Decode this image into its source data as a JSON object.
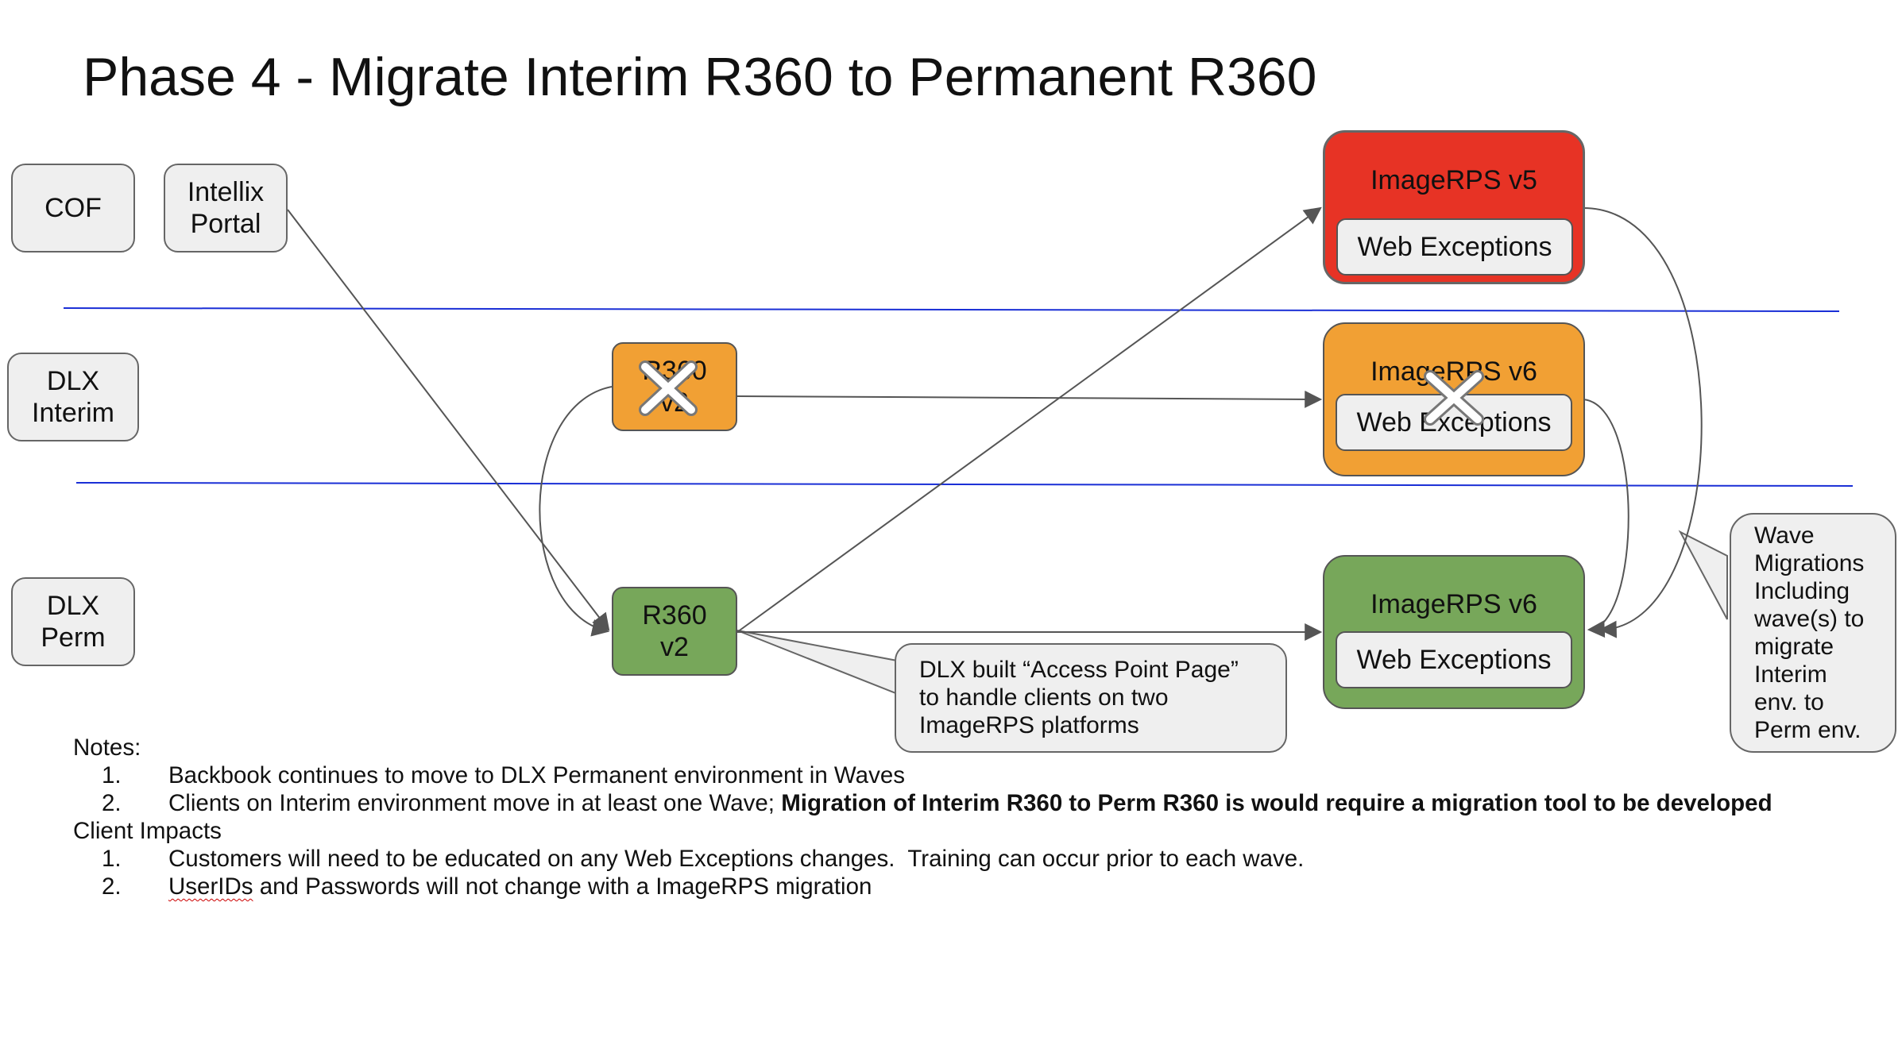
{
  "title": "Phase 4 - Migrate Interim R360 to Permanent R360",
  "lanes": {
    "cof": "COF",
    "intellix_line1": "Intellix",
    "intellix_line2": "Portal",
    "dlx_interim_line1": "DLX",
    "dlx_interim_line2": "Interim",
    "dlx_perm_line1": "DLX",
    "dlx_perm_line2": "Perm"
  },
  "nodes": {
    "r360_interim_line1": "R360",
    "r360_interim_line2": "v2",
    "r360_perm_line1": "R360",
    "r360_perm_line2": "v2",
    "imagerps_v5_title": "ImageRPS v5",
    "imagerps_v5_inner": "Web Exceptions",
    "imagerps_v6_interim_title": "ImageRPS v6",
    "imagerps_v6_interim_inner": "Web Exceptions",
    "imagerps_v6_perm_title": "ImageRPS v6",
    "imagerps_v6_perm_inner": "Web Exceptions"
  },
  "callouts": {
    "access_point": [
      "DLX built “Access Point Page”",
      "to handle clients on two",
      "ImageRPS platforms"
    ],
    "wave_migrations": [
      "Wave",
      "Migrations",
      "Including",
      "wave(s) to",
      "migrate",
      "Interim",
      "env. to",
      "Perm env."
    ]
  },
  "notes": {
    "heading": "Notes:",
    "items": [
      {
        "num": "1.",
        "text": "Backbook continues to move to DLX Permanent environment in Waves"
      },
      {
        "num": "2.",
        "text": "Clients on Interim environment move in at least one Wave; ",
        "bold": "Migration of Interim R360 to Perm R360 is would require a migration tool to be developed"
      }
    ]
  },
  "client_impacts": {
    "heading": "Client Impacts",
    "items": [
      {
        "num": "1.",
        "text": "Customers will need to be educated on any Web Exceptions changes.  Training can occur prior to each wave."
      },
      {
        "num": "2.",
        "word": "UserIDs",
        "text": " and Passwords will not change with a ImageRPS migration"
      }
    ]
  },
  "colors": {
    "lane_line": "#1a2fd6",
    "orange": "#f1a034",
    "green": "#77a75a",
    "red": "#e73325",
    "box_gray": "#efefef",
    "arrow": "#555555"
  }
}
